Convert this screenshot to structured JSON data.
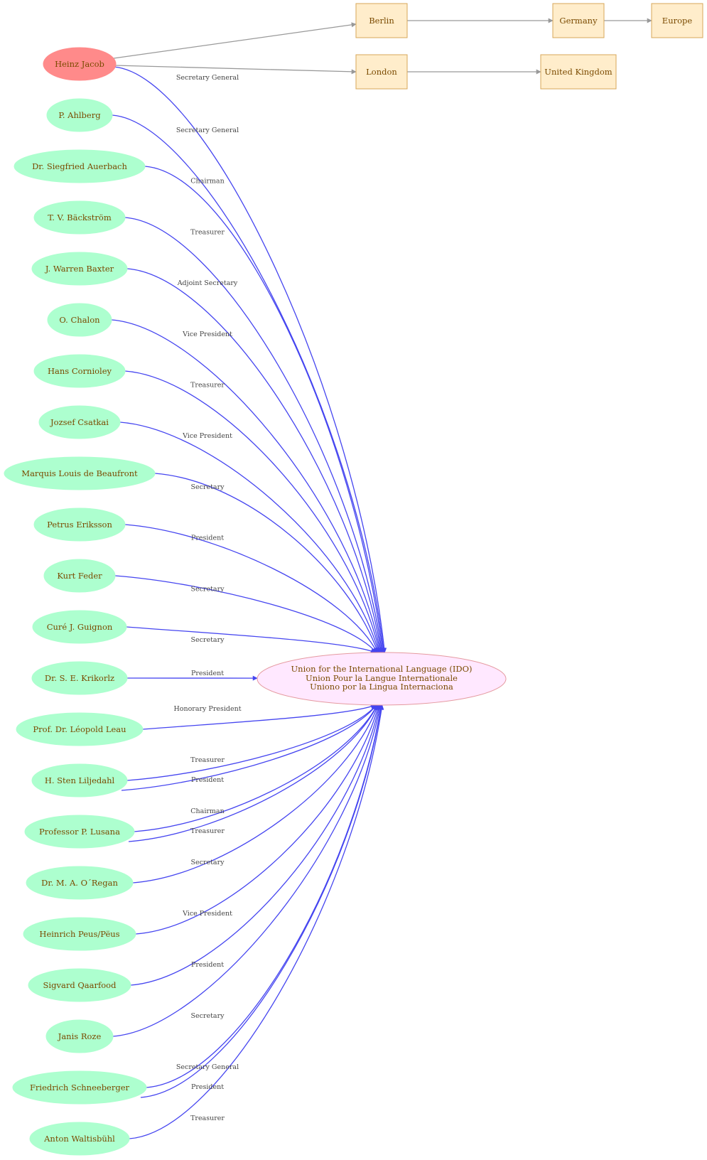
{
  "colors": {
    "person_fill": "#adffcf",
    "main_person_fill": "#ff8a8a",
    "place_fill": "#ffedcb",
    "place_stroke": "#d7a75a",
    "org_fill": "#ffe8ff",
    "org_stroke": "#e59aa0",
    "role_edge": "#4545f0",
    "location_edge": "#999999",
    "label_text": "#7a4a00"
  },
  "organization": {
    "lines": [
      "Union for the International Language (IDO)",
      "Union Pour la Langue Internationale",
      "Uniono por la Lingua Internaciona"
    ]
  },
  "main_person": {
    "name": "Heinz Jacob"
  },
  "places": [
    {
      "id": "berlin",
      "name": "Berlin"
    },
    {
      "id": "germany",
      "name": "Germany"
    },
    {
      "id": "europe",
      "name": "Europe"
    },
    {
      "id": "london",
      "name": "London"
    },
    {
      "id": "uk",
      "name": "United Kingdom"
    }
  ],
  "location_edges": [
    {
      "from": "heinz",
      "to": "berlin"
    },
    {
      "from": "heinz",
      "to": "london"
    },
    {
      "from": "berlin",
      "to": "germany"
    },
    {
      "from": "germany",
      "to": "europe"
    },
    {
      "from": "london",
      "to": "uk"
    }
  ],
  "people": [
    {
      "name": "P. Ahlberg"
    },
    {
      "name": "Dr. Siegfried Auerbach"
    },
    {
      "name": "T. V. Bäckström"
    },
    {
      "name": "J. Warren Baxter"
    },
    {
      "name": "O. Chalon"
    },
    {
      "name": "Hans Cornioley"
    },
    {
      "name": "Jozsef Csatkai"
    },
    {
      "name": "Marquis Louis de Beaufront"
    },
    {
      "name": "Petrus Eriksson"
    },
    {
      "name": "Kurt Feder"
    },
    {
      "name": "Curé J. Guignon"
    },
    {
      "name": "Dr. S. E. Krikorlz"
    },
    {
      "name": "Prof. Dr. Léopold Leau"
    },
    {
      "name": "H. Sten Liljedahl"
    },
    {
      "name": "Professor P. Lusana"
    },
    {
      "name": "Dr. M. A. O´Regan"
    },
    {
      "name": "Heinrich Peus/Pëus"
    },
    {
      "name": "Sigvard Qaarfood"
    },
    {
      "name": "Janis Roze"
    },
    {
      "name": "Friedrich Schneeberger"
    },
    {
      "name": "Anton Waltisbühl"
    }
  ],
  "role_edges": [
    {
      "from": "main",
      "label": "Secretary General"
    },
    {
      "from": 0,
      "label": "Secretary General"
    },
    {
      "from": 1,
      "label": "Chairman"
    },
    {
      "from": 2,
      "label": "Treasurer"
    },
    {
      "from": 3,
      "label": "Adjoint Secretary"
    },
    {
      "from": 4,
      "label": "Vice President"
    },
    {
      "from": 5,
      "label": "Treasurer"
    },
    {
      "from": 6,
      "label": "Vice President"
    },
    {
      "from": 7,
      "label": "Secretary"
    },
    {
      "from": 8,
      "label": "President"
    },
    {
      "from": 9,
      "label": "Secretary"
    },
    {
      "from": 10,
      "label": "Secretary"
    },
    {
      "from": 11,
      "label": "President"
    },
    {
      "from": 12,
      "label": "Honorary President"
    },
    {
      "from": 13,
      "label": "Treasurer"
    },
    {
      "from": 13,
      "label": "President"
    },
    {
      "from": 14,
      "label": "Chairman"
    },
    {
      "from": 14,
      "label": "Treasurer"
    },
    {
      "from": 15,
      "label": "Secretary"
    },
    {
      "from": 16,
      "label": "Vice President"
    },
    {
      "from": 17,
      "label": "President"
    },
    {
      "from": 18,
      "label": "Secretary"
    },
    {
      "from": 19,
      "label": "Secretary General"
    },
    {
      "from": 19,
      "label": "President"
    },
    {
      "from": 20,
      "label": "Treasurer"
    }
  ]
}
